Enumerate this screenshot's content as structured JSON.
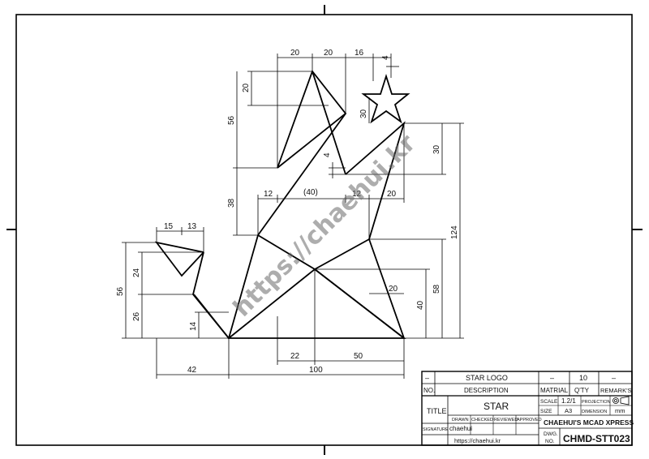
{
  "drawing": {
    "dimensions": {
      "top_20a": "20",
      "top_20b": "20",
      "top_16": "16",
      "top_4": "4",
      "left_20": "20",
      "left_56": "56",
      "left_38": "38",
      "star_30": "30",
      "mid_4": "4",
      "mid_12a": "12",
      "mid_40": "(40)",
      "mid_12b": "12",
      "mid_20": "20",
      "right_30": "30",
      "right_124": "124",
      "right_58": "58",
      "right_40": "40",
      "right_20": "20",
      "wing_15": "15",
      "wing_13": "13",
      "wing_56": "56",
      "wing_24": "24",
      "wing_26": "26",
      "wing_14": "14",
      "bot_42": "42",
      "bot_100": "100",
      "bot_22": "22",
      "bot_50": "50"
    },
    "watermark": "https://chaehui.kr"
  },
  "title_block": {
    "row1": {
      "dash": "–",
      "description": "STAR LOGO",
      "material": "–",
      "qty": "10",
      "remarks": "–"
    },
    "row2": {
      "no": "NO.",
      "description": "DESCRIPTION",
      "material": "MATRIAL",
      "qty": "Q'TY",
      "remarks": "REMARK'S"
    },
    "title_label": "TITLE",
    "title_value": "STAR",
    "scale_label": "SCALE",
    "scale_value": "1.2/1",
    "projection_label": "PROJECTION",
    "size_label": "SIZE",
    "size_value": "A3",
    "dimension_label": "DIMENSION",
    "dimension_value": "mm",
    "drawn": "DRAWN",
    "checked": "CHECKED",
    "reviewed": "REVIEWED",
    "approved": "APPROVED",
    "signature_label": "SIGNATURE",
    "signature_value": "chaehui",
    "company": "CHAEHUI'S MCAD XPRESS",
    "website": "https://chaehui.kr",
    "dwg_no_label_1": "DWG.",
    "dwg_no_label_2": "NO.",
    "dwg_no_value": "CHMD-STT023"
  }
}
